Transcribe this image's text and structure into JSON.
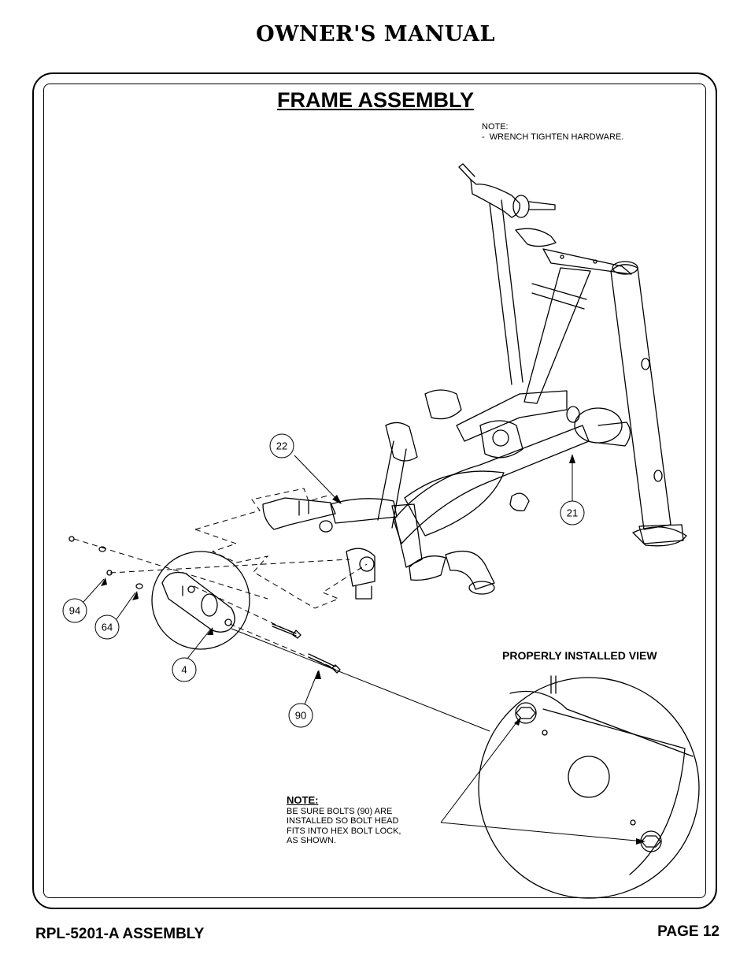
{
  "header": {
    "title": "OWNER'S MANUAL"
  },
  "section": {
    "title": "FRAME ASSEMBLY"
  },
  "notes": {
    "top": "NOTE:\n-  WRENCH TIGHTEN HARDWARE.",
    "installed_view_label": "PROPERLY INSTALLED VIEW",
    "bottom_title": "NOTE:",
    "bottom_lines": [
      "BE SURE BOLTS (90) ARE",
      "INSTALLED SO BOLT HEAD",
      "FITS INTO HEX BOLT LOCK,",
      "AS SHOWN."
    ]
  },
  "callouts": {
    "c22": "22",
    "c21": "21",
    "c94": "94",
    "c64": "64",
    "c4": "4",
    "c90": "90"
  },
  "footer": {
    "left": "RPL-5201-A ASSEMBLY",
    "right": "PAGE 12"
  }
}
